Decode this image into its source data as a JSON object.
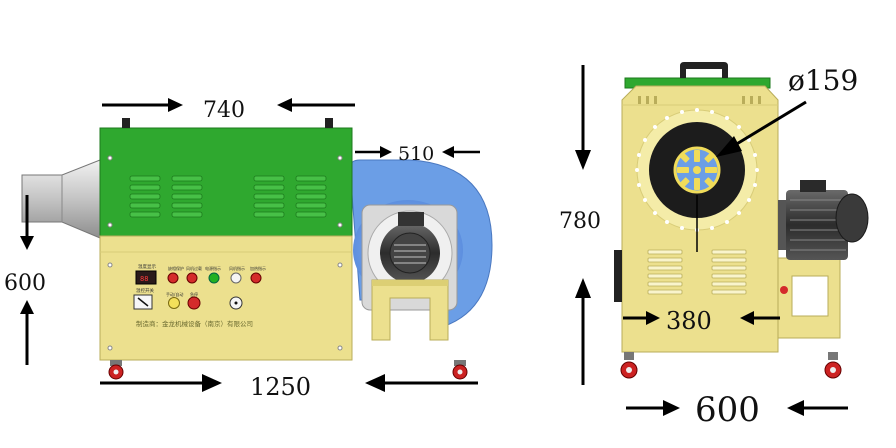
{
  "dimensions": {
    "left_top_width": "740",
    "left_fan_depth": "510",
    "left_height": "600",
    "left_total_length": "1250",
    "right_diameter": "ø159",
    "right_height": "780",
    "right_inner_width": "380",
    "right_total_width": "600"
  },
  "control_panel": {
    "display_label": "温度显示",
    "lights": [
      "缺相保护",
      "风机过载",
      "电源指示",
      "风机指示",
      "加热指示"
    ],
    "knob_label": "温控开关",
    "manual_label": "手动/自动",
    "stop_label": "急停",
    "company_text": "制造商：金龙机械设备（南京）有限公司"
  },
  "colors": {
    "housing_yellow": "#ece08e",
    "top_green": "#2fa82f",
    "fan_blue": "#6b9ee6",
    "motor_dark": "#3a3a3a",
    "duct_gray": "#c8c8c8"
  }
}
